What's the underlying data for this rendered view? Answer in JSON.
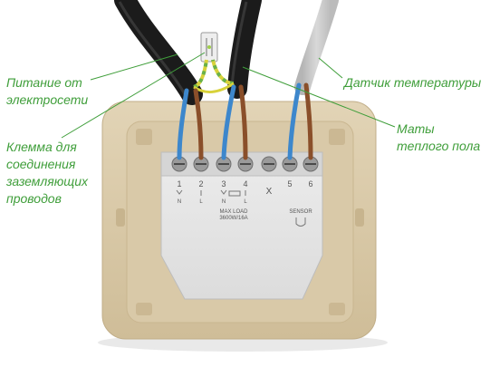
{
  "labels": {
    "power": [
      "Питание от",
      "электросети"
    ],
    "ground": [
      "Клемма для",
      "соединения",
      "заземляющих",
      "проводов"
    ],
    "sensor": "Датчик температуры",
    "mats": [
      "Маты",
      "теплого пола"
    ]
  },
  "module": {
    "terminal_numbers": [
      "1",
      "2",
      "3",
      "4",
      "5",
      "6"
    ],
    "terminal_letters": [
      "N",
      "L",
      "N",
      "L"
    ],
    "load_line1": "MAX LOAD",
    "load_line2": "3600W/16A",
    "cross_mark": "X",
    "sensor_label": "SENSOR"
  },
  "colors": {
    "label_green": "#3f9e3a",
    "frame": "#d7c7a6",
    "module": "#e6e6e6",
    "wire_blue": "#3d87cc",
    "wire_brown": "#8a4f2a",
    "cable_black": "#1b1b1b",
    "cable_grey": "#d8d8d8"
  }
}
